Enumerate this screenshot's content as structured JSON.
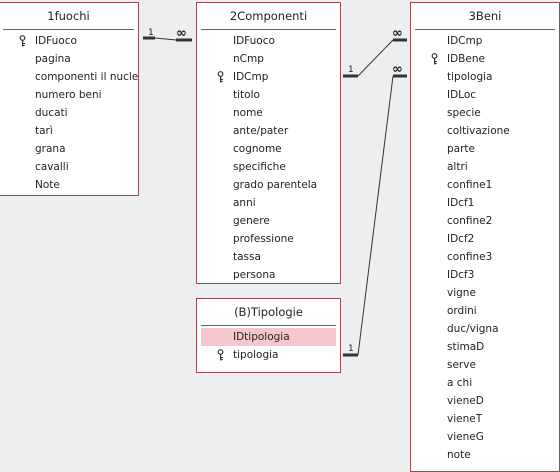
{
  "tables": [
    {
      "title": "1fuochi",
      "fields": [
        {
          "name": "IDFuoco",
          "key": true
        },
        {
          "name": "pagina"
        },
        {
          "name": "componenti il nucle"
        },
        {
          "name": "numero beni"
        },
        {
          "name": "ducati"
        },
        {
          "name": "tarì"
        },
        {
          "name": "grana"
        },
        {
          "name": "cavalli"
        },
        {
          "name": "Note"
        }
      ]
    },
    {
      "title": "2Componenti",
      "fields": [
        {
          "name": "IDFuoco"
        },
        {
          "name": "nCmp"
        },
        {
          "name": "IDCmp",
          "key": true
        },
        {
          "name": "titolo"
        },
        {
          "name": "nome"
        },
        {
          "name": "ante/pater"
        },
        {
          "name": "cognome"
        },
        {
          "name": "specifiche"
        },
        {
          "name": "grado parentela"
        },
        {
          "name": "anni"
        },
        {
          "name": "genere"
        },
        {
          "name": "professione"
        },
        {
          "name": "tassa"
        },
        {
          "name": "persona"
        }
      ]
    },
    {
      "title": "(B)Tipologie",
      "fields": [
        {
          "name": "IDtipologia",
          "selected": true
        },
        {
          "name": "tipologia",
          "key": true
        }
      ]
    },
    {
      "title": "3Beni",
      "fields": [
        {
          "name": "IDCmp"
        },
        {
          "name": "IDBene",
          "key": true
        },
        {
          "name": "tipologia"
        },
        {
          "name": "IDLoc"
        },
        {
          "name": "specie"
        },
        {
          "name": "coltivazione"
        },
        {
          "name": "parte"
        },
        {
          "name": "altri"
        },
        {
          "name": "confine1"
        },
        {
          "name": "IDcf1"
        },
        {
          "name": "confine2"
        },
        {
          "name": "IDcf2"
        },
        {
          "name": "confine3"
        },
        {
          "name": "IDcf3"
        },
        {
          "name": "vigne"
        },
        {
          "name": "ordini"
        },
        {
          "name": "duc/vigna"
        },
        {
          "name": "stimaD"
        },
        {
          "name": "serve"
        },
        {
          "name": "a chi"
        },
        {
          "name": "vieneD"
        },
        {
          "name": "vieneT"
        },
        {
          "name": "vieneG"
        },
        {
          "name": "note"
        }
      ]
    }
  ],
  "relationships": [
    {
      "from": "1fuochi",
      "to": "2Componenti",
      "one_label": "1",
      "many_label": "∞"
    },
    {
      "from": "2Componenti",
      "to": "3Beni",
      "one_label": "1",
      "many_label": "∞"
    },
    {
      "from": "(B)Tipologie",
      "to": "3Beni",
      "one_label": "1",
      "many_label": "∞"
    }
  ],
  "colors": {
    "table_border": "#9b4a52",
    "selected_row": "#f5c6cb",
    "canvas": "#eceef0"
  }
}
